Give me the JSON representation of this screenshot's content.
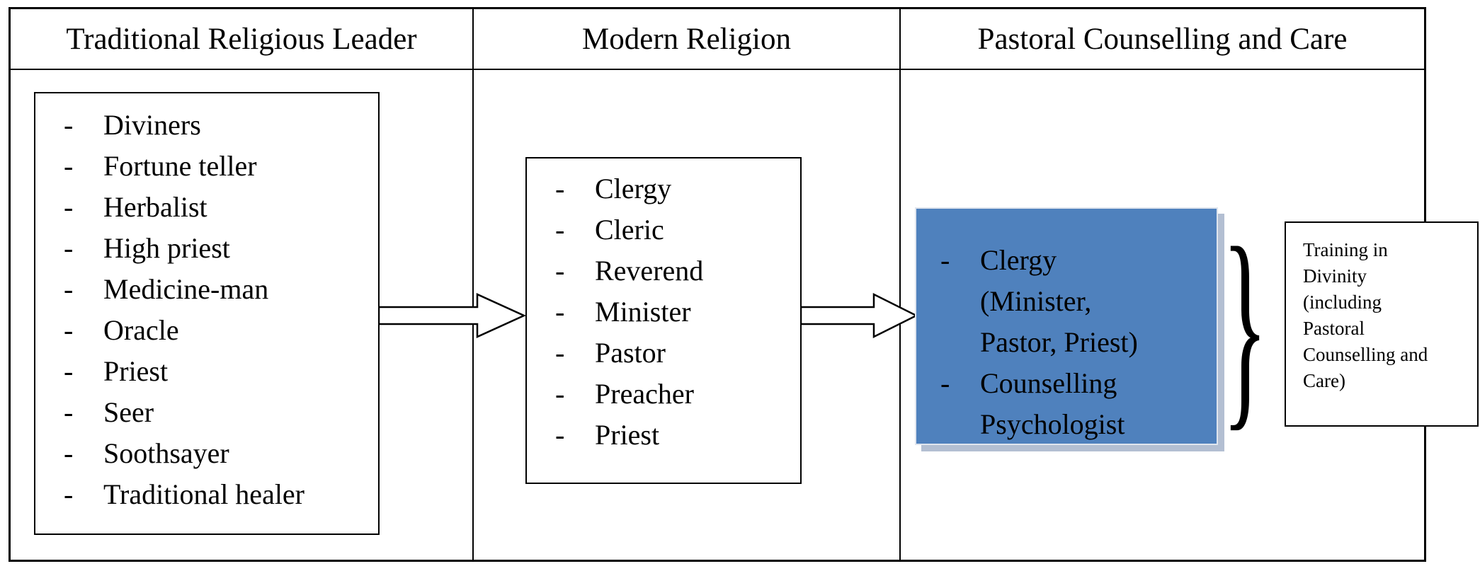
{
  "columns": [
    {
      "title": "Traditional Religious Leader"
    },
    {
      "title": "Modern Religion"
    },
    {
      "title": "Pastoral Counselling and Care"
    }
  ],
  "bullet": "-",
  "brace": "}",
  "traditional": {
    "items": [
      "Diviners",
      "Fortune teller",
      "Herbalist",
      "High priest",
      "Medicine-man",
      "Oracle",
      "Priest",
      "Seer",
      "Soothsayer",
      "Traditional healer"
    ]
  },
  "modern": {
    "items": [
      "Clergy",
      "Cleric",
      "Reverend",
      "Minister",
      "Pastor",
      "Preacher",
      "Priest"
    ]
  },
  "pastoral": {
    "items": [
      "Clergy (Minister, Pastor, Priest)",
      "Counselling Psychologist"
    ]
  },
  "training": {
    "text": "Training in Divinity (including Pastoral Counselling and Care)"
  },
  "colors": {
    "pastoral_box_fill": "#4f81bd",
    "pastoral_box_shadow": "#b3bfd2",
    "border": "#000000"
  }
}
